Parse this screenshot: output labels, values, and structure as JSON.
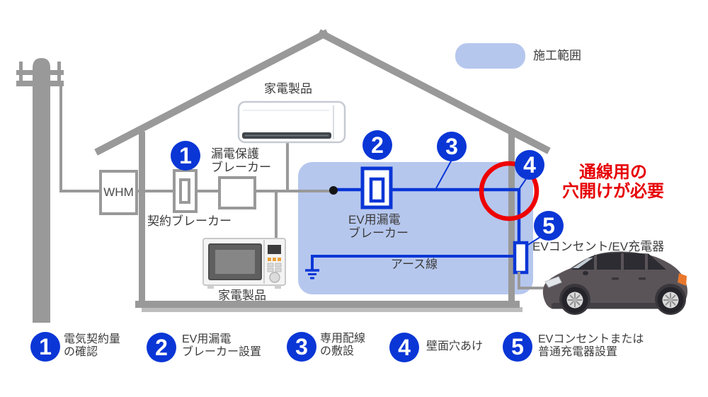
{
  "palette": {
    "structure_gray": "#999999",
    "accent_blue": "#0a36d6",
    "work_zone_blue": "#b6c7ee",
    "alert_red_text": "#e60005",
    "alert_red_circle": "#ee0000",
    "label_text": "#3d3d3d"
  },
  "legend": {
    "swatch_label": "施工範囲"
  },
  "diagram": {
    "whm_label": "WHM",
    "contract_breaker_label": "契約ブレーカー",
    "leak_breaker_label_line1": "漏電保護",
    "leak_breaker_label_line2": "ブレーカー",
    "appliance_top_label": "家電製品",
    "appliance_bottom_label": "家電製品",
    "ev_breaker_label_line1": "EV用漏電",
    "ev_breaker_label_line2": "ブレーカー",
    "earth_wire_label": "アース線",
    "ev_outlet_label": "EVコンセント/EV充電器",
    "hole_note_line1": "通線用の",
    "hole_note_line2": "穴開けが必要"
  },
  "steps": [
    {
      "num": "1",
      "line1": "電気契約量",
      "line2": "の確認"
    },
    {
      "num": "2",
      "line1": "EV用漏電",
      "line2": "ブレーカー設置"
    },
    {
      "num": "3",
      "line1": "専用配線",
      "line2": "の敷設"
    },
    {
      "num": "4",
      "line1": "壁面穴あけ",
      "line2": ""
    },
    {
      "num": "5",
      "line1": "EVコンセントまたは",
      "line2": "普通充電器設置"
    }
  ]
}
